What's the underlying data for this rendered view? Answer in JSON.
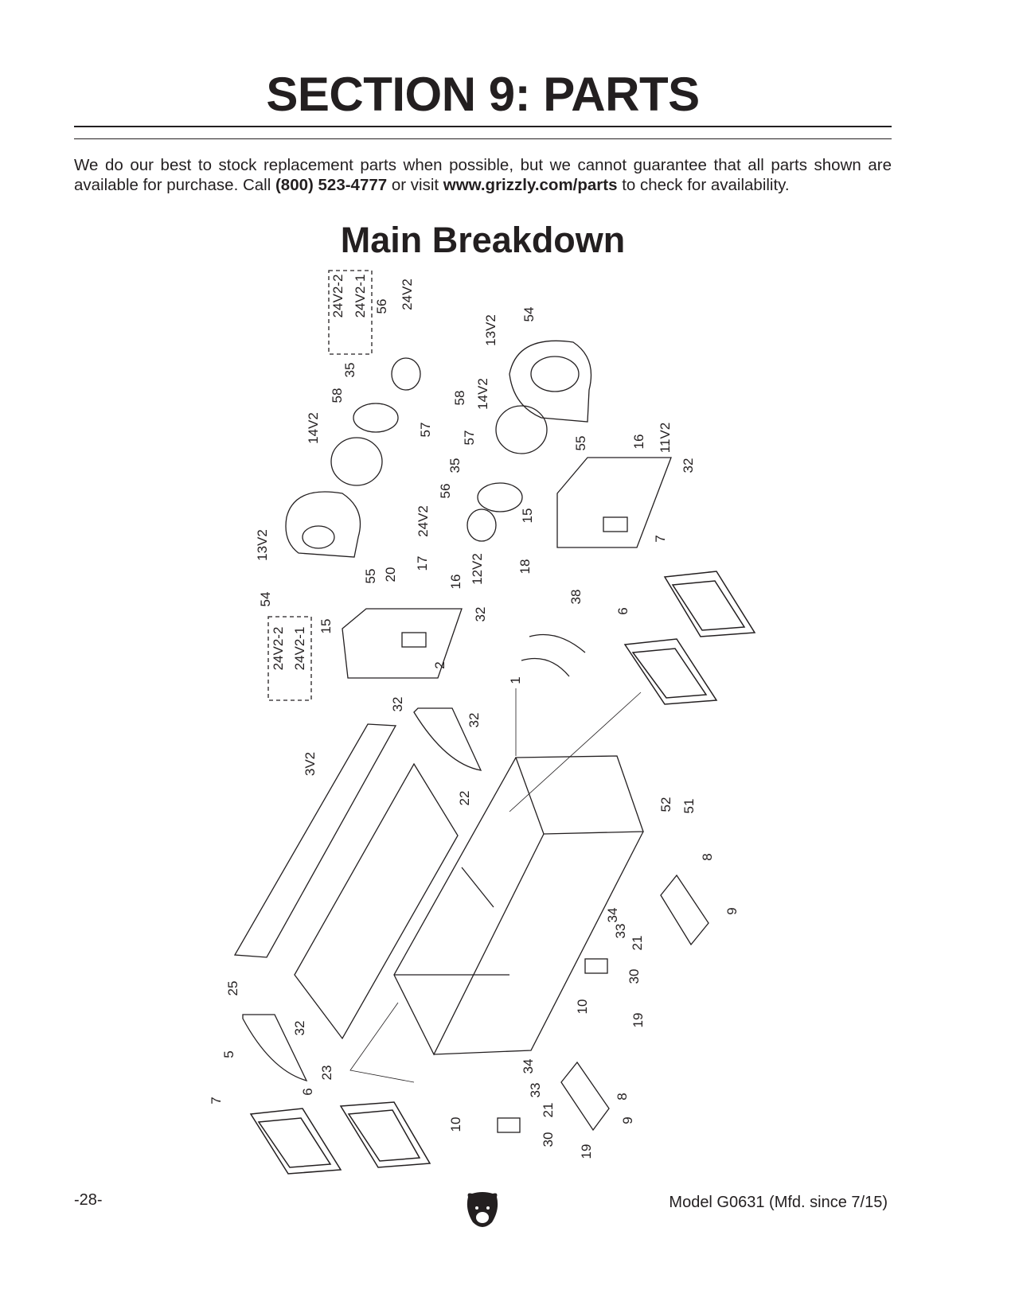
{
  "section_title": "SECTION 9: PARTS",
  "intro": {
    "text_1": "We do our best to stock replacement parts when possible, but we cannot guarantee that all parts shown are available for purchase. Call ",
    "phone": "(800) 523-4777",
    "text_2": " or visit ",
    "url": "www.grizzly.com/parts",
    "text_3": " to check for availability."
  },
  "diagram_title": "Main Breakdown",
  "callouts": [
    "24V2-2",
    "24V2-1",
    "56",
    "24V2",
    "54",
    "13V2",
    "35",
    "58",
    "57",
    "14V2",
    "58",
    "14V2",
    "57",
    "35",
    "56",
    "24V2",
    "55",
    "16",
    "11V2",
    "32",
    "15",
    "13V2",
    "7",
    "18",
    "55",
    "20",
    "17",
    "16",
    "12V2",
    "54",
    "38",
    "6",
    "15",
    "32",
    "24V2-2",
    "24V2-1",
    "2",
    "1",
    "32",
    "32",
    "3V2",
    "22",
    "52",
    "51",
    "8",
    "9",
    "34",
    "33",
    "21",
    "30",
    "25",
    "10",
    "19",
    "32",
    "5",
    "23",
    "34",
    "6",
    "7",
    "33",
    "21",
    "8",
    "9",
    "10",
    "30",
    "19"
  ],
  "footer": {
    "page_number": "-28-",
    "model": "Model G0631 (Mfd. since 7/15)"
  }
}
